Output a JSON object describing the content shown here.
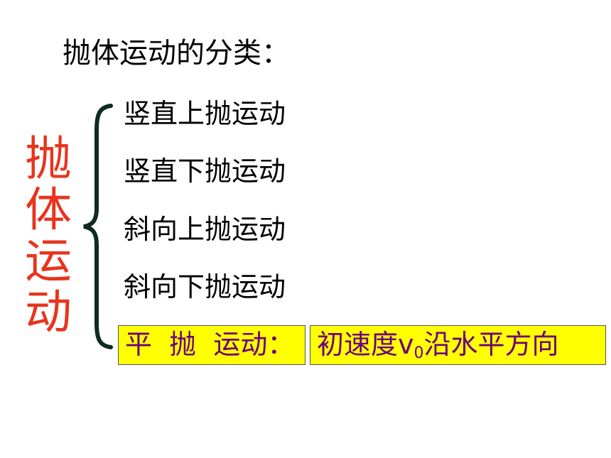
{
  "title": "抛体运动的分类：",
  "category": {
    "chars": [
      "抛",
      "体",
      "运",
      "动"
    ]
  },
  "items": [
    "竖直上抛运动",
    "竖直下抛运动",
    "斜向上抛运动",
    "斜向下抛运动"
  ],
  "highlight": {
    "label": "平  抛  运动：",
    "description_before": "初速度v",
    "description_subscript": "0",
    "description_after": "沿水平方向"
  },
  "colors": {
    "text": "#000000",
    "category": "#e8341c",
    "highlight_text": "#6a0080",
    "highlight_bg": "#ffff00",
    "brace": "#0f2a1e"
  }
}
